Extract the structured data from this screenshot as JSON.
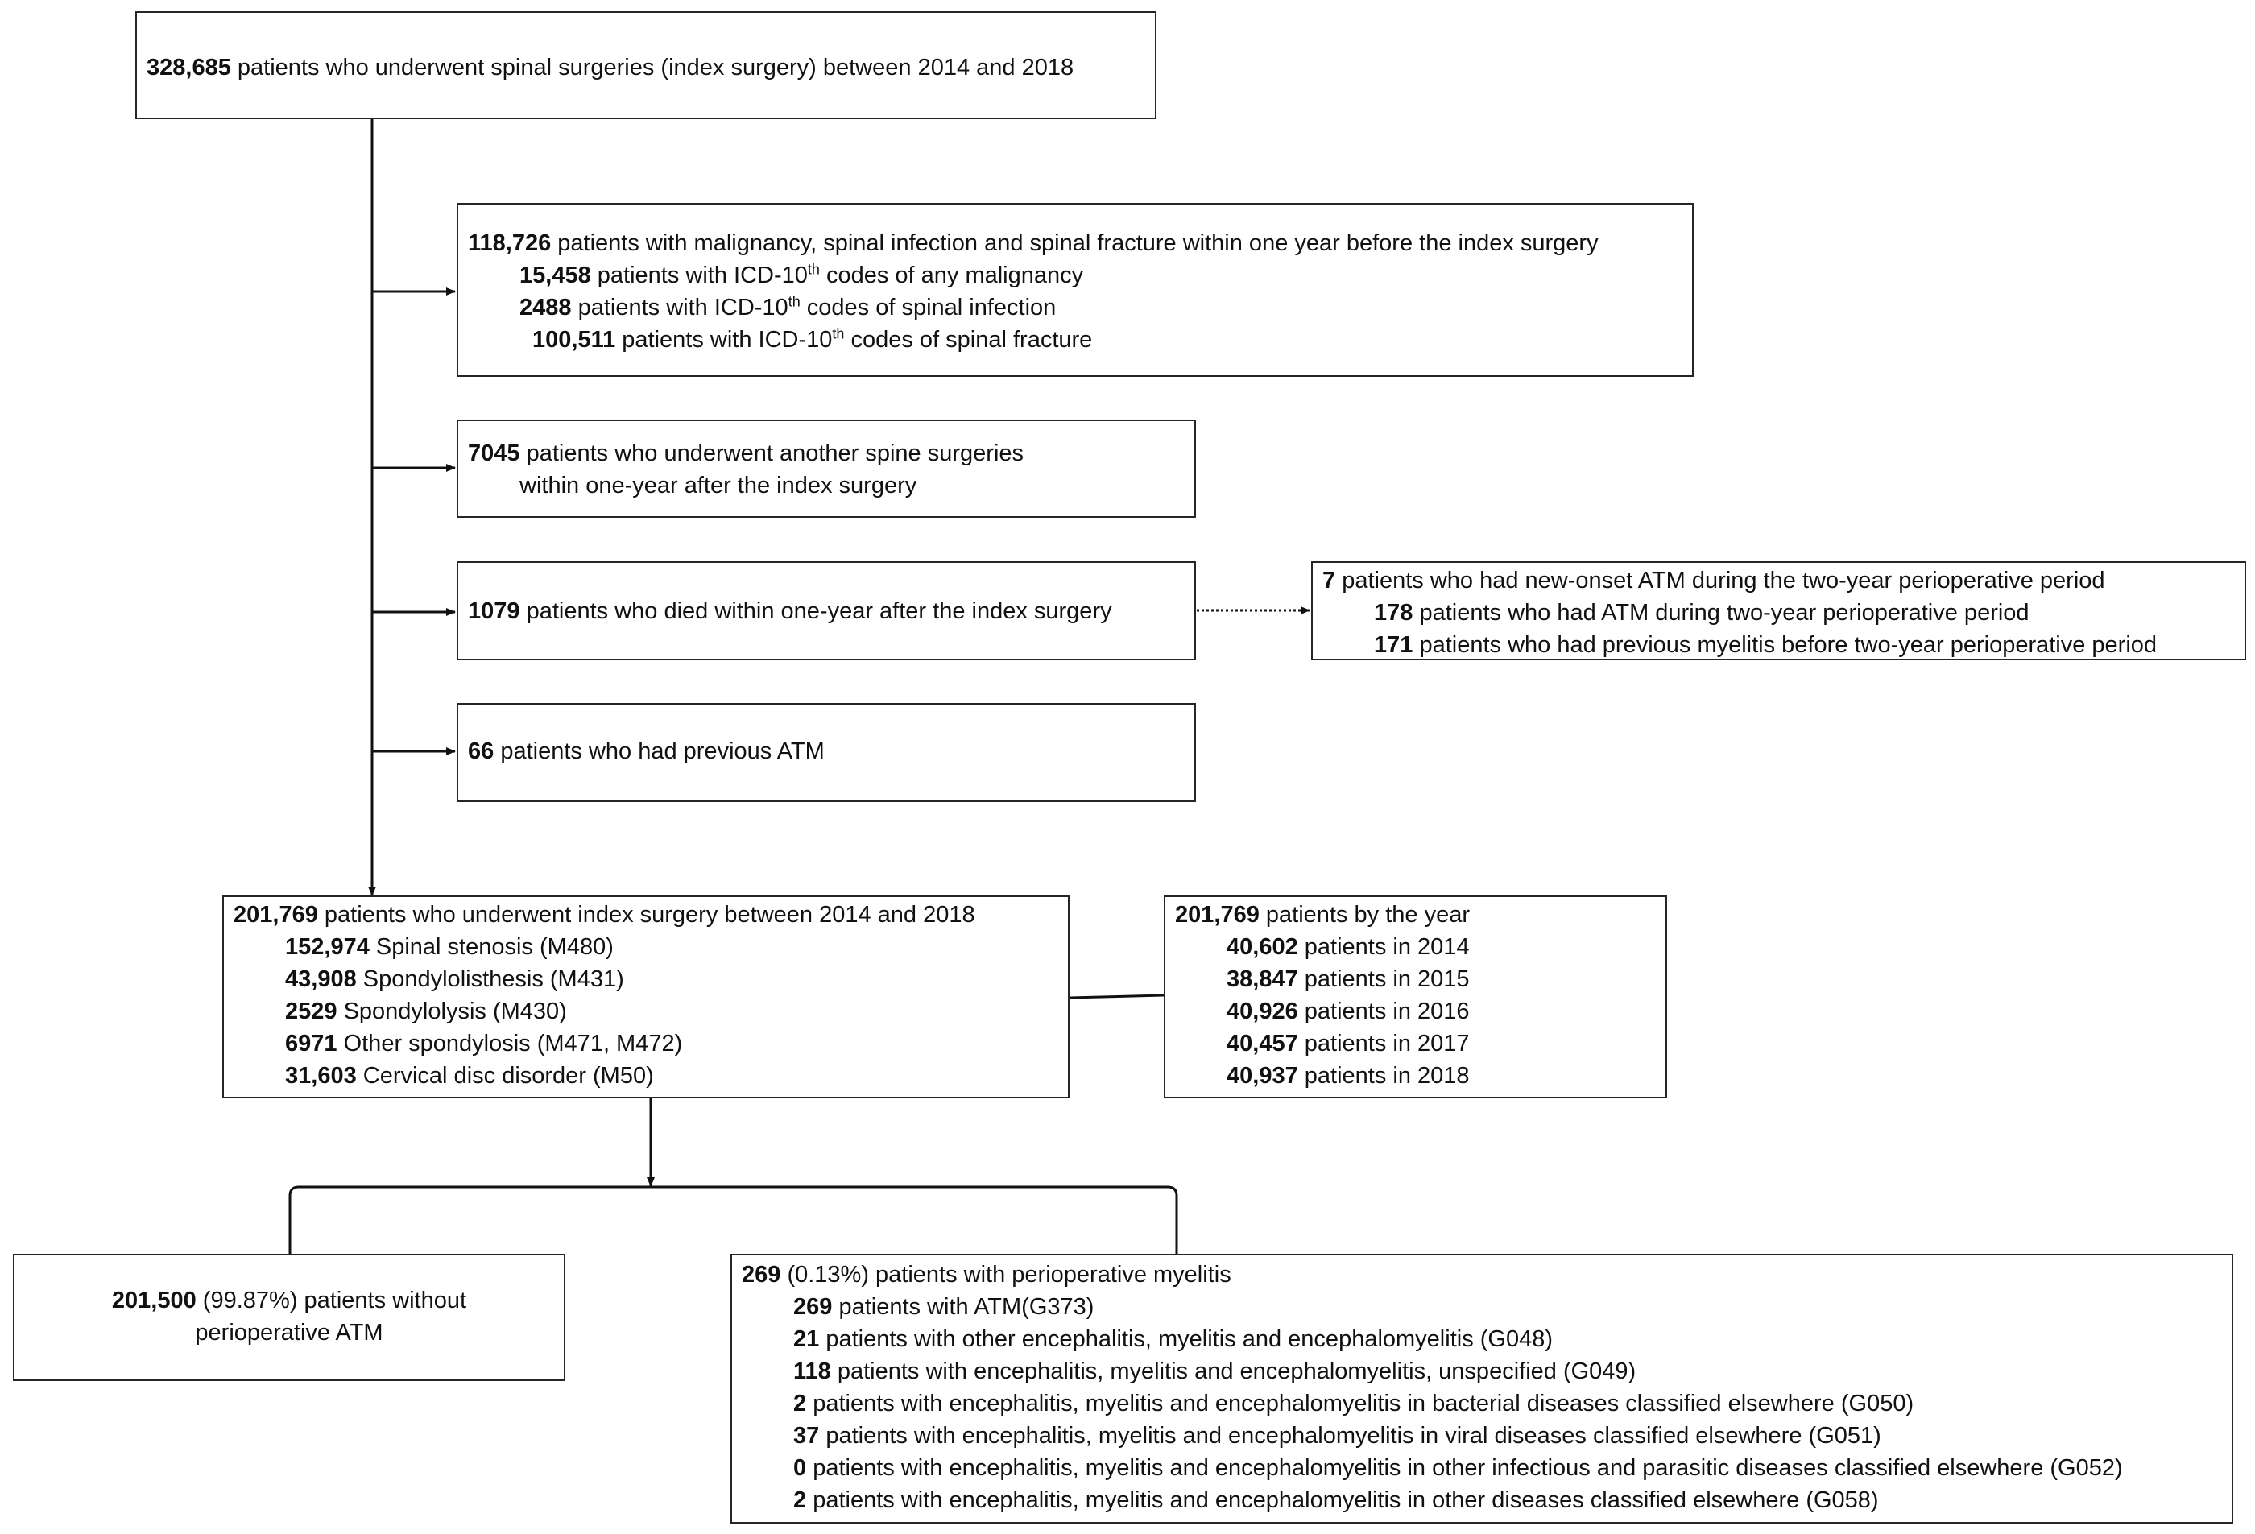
{
  "top": {
    "num": "328,685",
    "text": " patients who underwent spinal surgeries (index surgery) between 2014 and 2018"
  },
  "excl1": {
    "head": {
      "num": "118,726",
      "text": " patients with malignancy, spinal infection and spinal fracture within one year before the index surgery"
    },
    "items": [
      {
        "num": "15,458",
        "pre": " patients with ICD-10",
        "sup": "th",
        "post": " codes of any malignancy"
      },
      {
        "num": "2488",
        "pre": " patients with ICD-10",
        "sup": "th",
        "post": " codes of spinal infection"
      },
      {
        "num": "100,511",
        "pre": " patients with ICD-10",
        "sup": "th",
        "post": " codes of spinal fracture"
      }
    ]
  },
  "excl2": {
    "num": "7045",
    "text1": " patients who underwent another spine surgeries",
    "text2": "within one-year after the index surgery"
  },
  "excl3": {
    "num": "1079",
    "text": " patients who died within one-year after the index surgery"
  },
  "side": {
    "items": [
      {
        "num": "7",
        "text": " patients who had new-onset ATM during the two-year perioperative period"
      },
      {
        "num": "178",
        "text": " patients who had ATM during two-year perioperative period"
      },
      {
        "num": "171",
        "text": " patients who had previous myelitis before two-year perioperative period"
      }
    ]
  },
  "excl4": {
    "num": "66",
    "text": " patients who had previous ATM"
  },
  "cohort": {
    "head": {
      "num": "201,769",
      "text": " patients who underwent index surgery between 2014 and 2018"
    },
    "items": [
      {
        "num": "152,974",
        "text": " Spinal stenosis (M480)"
      },
      {
        "num": "43,908",
        "text": " Spondylolisthesis (M431)"
      },
      {
        "num": "2529",
        "text": " Spondylolysis (M430)"
      },
      {
        "num": "6971",
        "text": " Other spondylosis (M471, M472)"
      },
      {
        "num": "31,603",
        "text": " Cervical disc disorder (M50)"
      }
    ]
  },
  "byyear": {
    "head": {
      "num": "201,769",
      "text": " patients by the year"
    },
    "items": [
      {
        "num": "40,602",
        "text": " patients in 2014"
      },
      {
        "num": "38,847",
        "text": " patients in 2015"
      },
      {
        "num": "40,926",
        "text": " patients in 2016"
      },
      {
        "num": "40,457",
        "text": " patients in 2017"
      },
      {
        "num": "40,937",
        "text": " patients in 2018"
      }
    ]
  },
  "without": {
    "num": "201,500",
    "text1": " (99.87%) patients without",
    "text2": "perioperative ATM"
  },
  "with": {
    "head": {
      "num": "269",
      "text": " (0.13%) patients with perioperative myelitis"
    },
    "items": [
      {
        "num": "269",
        "text": " patients with ATM(G373)"
      },
      {
        "num": "21",
        "text": " patients with other encephalitis, myelitis and encephalomyelitis (G048)"
      },
      {
        "num": "118",
        "text": " patients with encephalitis, myelitis and encephalomyelitis, unspecified (G049)"
      },
      {
        "num": "2",
        "text": " patients with encephalitis, myelitis and encephalomyelitis in bacterial diseases classified elsewhere (G050)"
      },
      {
        "num": "37",
        "text": " patients with encephalitis, myelitis and encephalomyelitis in viral diseases classified elsewhere (G051)"
      },
      {
        "num": "0",
        "text": " patients with encephalitis, myelitis and encephalomyelitis in other infectious and parasitic diseases classified elsewhere (G052)"
      },
      {
        "num": "2",
        "text": " patients with encephalitis, myelitis and encephalomyelitis in other diseases classified elsewhere (G058)"
      }
    ]
  }
}
